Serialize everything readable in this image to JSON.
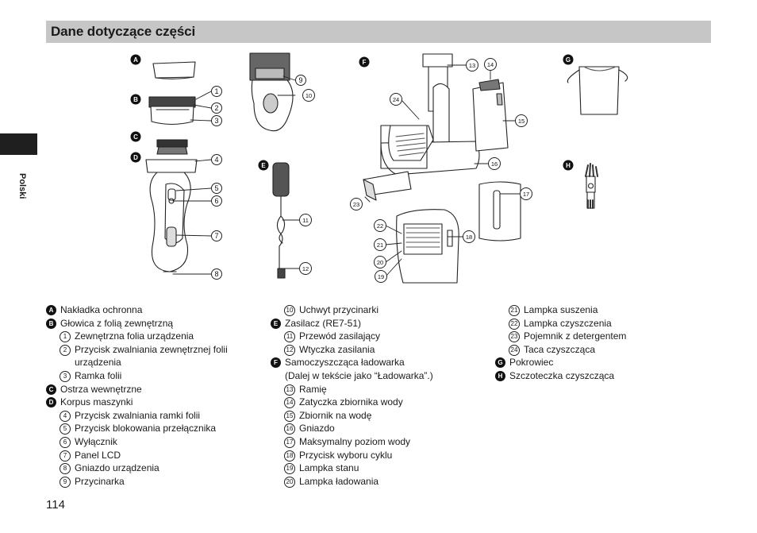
{
  "header": {
    "title": "Dane dotyczące części"
  },
  "side_tab": {
    "language": "Polski"
  },
  "page": {
    "number": "114"
  },
  "figure": {
    "group_markers": [
      "A",
      "B",
      "C",
      "D",
      "E",
      "F",
      "G",
      "H"
    ],
    "callouts": [
      "1",
      "2",
      "3",
      "4",
      "5",
      "6",
      "7",
      "8",
      "9",
      "10",
      "11",
      "12",
      "13",
      "14",
      "15",
      "16",
      "17",
      "18",
      "19",
      "20",
      "21",
      "22",
      "23",
      "24"
    ]
  },
  "parts": {
    "col1": [
      {
        "kind": "top",
        "sym": "A",
        "text": "Nakładka ochronna"
      },
      {
        "kind": "top",
        "sym": "B",
        "text": "Głowica z folią zewnętrzną"
      },
      {
        "kind": "sub",
        "num": "1",
        "text": "Zewnętrzna folia urządzenia"
      },
      {
        "kind": "sub",
        "num": "2",
        "text": "Przycisk zwalniania zewnętrznej folii"
      },
      {
        "kind": "cont",
        "text": "urządzenia"
      },
      {
        "kind": "sub",
        "num": "3",
        "text": "Ramka folii"
      },
      {
        "kind": "top",
        "sym": "C",
        "text": "Ostrza wewnętrzne"
      },
      {
        "kind": "top",
        "sym": "D",
        "text": "Korpus maszynki"
      },
      {
        "kind": "sub",
        "num": "4",
        "text": "Przycisk zwalniania ramki folii"
      },
      {
        "kind": "sub",
        "num": "5",
        "text": "Przycisk blokowania przełącznika"
      },
      {
        "kind": "sub",
        "num": "6",
        "text": "Wyłącznik"
      },
      {
        "kind": "sub",
        "num": "7",
        "text": "Panel LCD"
      },
      {
        "kind": "sub",
        "num": "8",
        "text": "Gniazdo urządzenia"
      },
      {
        "kind": "sub",
        "num": "9",
        "text": "Przycinarka"
      }
    ],
    "col2": [
      {
        "kind": "sub",
        "num": "10",
        "text": "Uchwyt przycinarki"
      },
      {
        "kind": "top",
        "sym": "E",
        "text": "Zasilacz (RE7-51)"
      },
      {
        "kind": "sub",
        "num": "11",
        "text": "Przewód zasilający"
      },
      {
        "kind": "sub",
        "num": "12",
        "text": "Wtyczka zasilania"
      },
      {
        "kind": "top",
        "sym": "F",
        "text": "Samoczyszcząca ładowarka"
      },
      {
        "kind": "ind",
        "text": "(Dalej w tekście jako “Ładowarka”.)"
      },
      {
        "kind": "sub",
        "num": "13",
        "text": "Ramię"
      },
      {
        "kind": "sub",
        "num": "14",
        "text": "Zatyczka zbiornika wody"
      },
      {
        "kind": "sub",
        "num": "15",
        "text": "Zbiornik na wodę"
      },
      {
        "kind": "sub",
        "num": "16",
        "text": "Gniazdo"
      },
      {
        "kind": "sub",
        "num": "17",
        "text": "Maksymalny poziom wody"
      },
      {
        "kind": "sub",
        "num": "18",
        "text": "Przycisk wyboru cyklu"
      },
      {
        "kind": "sub",
        "num": "19",
        "text": "Lampka stanu"
      },
      {
        "kind": "sub",
        "num": "20",
        "text": "Lampka ładowania"
      }
    ],
    "col3": [
      {
        "kind": "sub",
        "num": "21",
        "text": "Lampka suszenia"
      },
      {
        "kind": "sub",
        "num": "22",
        "text": "Lampka czyszczenia"
      },
      {
        "kind": "sub",
        "num": "23",
        "text": "Pojemnik z detergentem"
      },
      {
        "kind": "sub",
        "num": "24",
        "text": "Taca czyszcząca"
      },
      {
        "kind": "top",
        "sym": "G",
        "text": "Pokrowiec"
      },
      {
        "kind": "top",
        "sym": "H",
        "text": "Szczoteczka czyszcząca"
      }
    ]
  }
}
